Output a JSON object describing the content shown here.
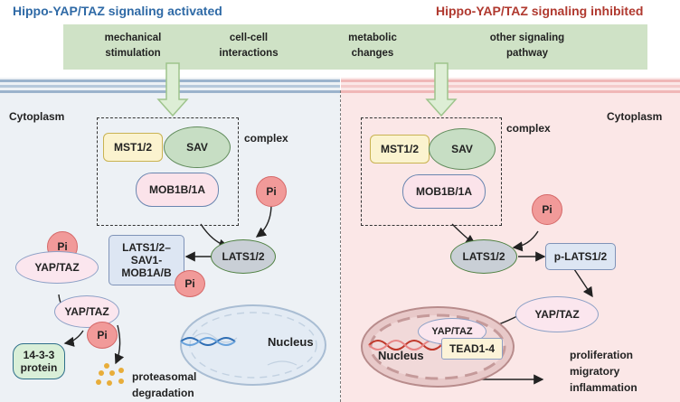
{
  "titles": {
    "left": "Hippo-YAP/TAZ signaling activated",
    "right": "Hippo-YAP/TAZ signaling inhibited"
  },
  "stimuli": {
    "mechanical": "mechanical stimulation",
    "cellcell": "cell-cell interactions",
    "metabolic": "metabolic changes",
    "other": "other signaling pathway"
  },
  "left": {
    "cytoplasm": "Cytoplasm",
    "complex": "complex",
    "mst": "MST1/2",
    "sav": "SAV",
    "mob": "MOB1B/1A",
    "pi": "Pi",
    "lats": "LATS1/2",
    "lats_complex": "LATS1/2–SAV1-MOB1A/B",
    "yap": "YAP/TAZ",
    "protein": "14-3-3 protein",
    "degradation": "proteasomal degradation",
    "nucleus": "Nucleus"
  },
  "right": {
    "cytoplasm": "Cytoplasm",
    "complex": "complex",
    "mst": "MST1/2",
    "sav": "SAV",
    "mob": "MOB1B/1A",
    "pi": "Pi",
    "lats": "LATS1/2",
    "plats": "p-LATS1/2",
    "yap": "YAP/TAZ",
    "nucleus": "Nucleus",
    "tead": "TEAD1-4",
    "outcomes": [
      "proliferation",
      "migratory",
      "inflammation"
    ]
  }
}
